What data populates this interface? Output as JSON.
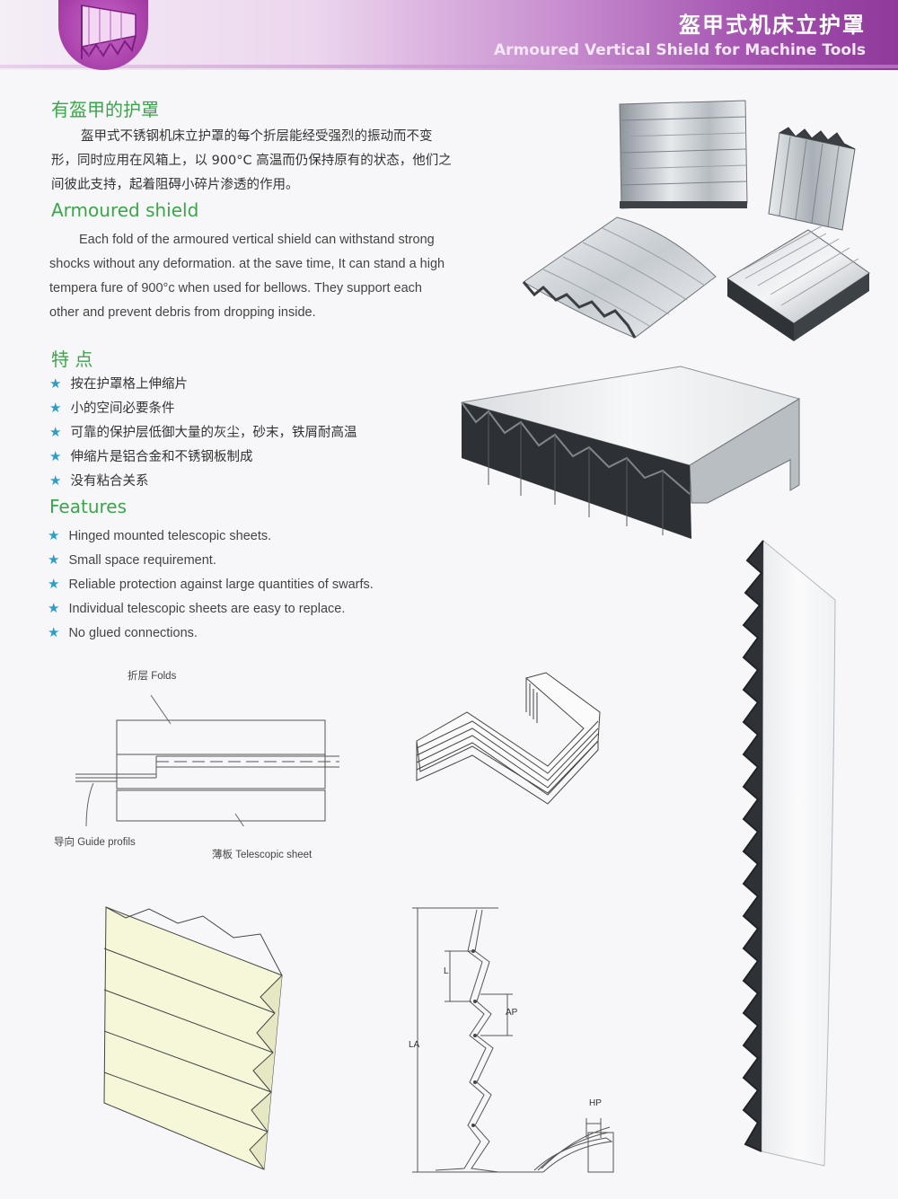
{
  "header": {
    "title_cn": "盔甲式机床立护罩",
    "title_en": "Armoured Vertical Shield for Machine Tools"
  },
  "intro": {
    "heading_cn": "有盔甲的护罩",
    "para_cn": [
      "盔甲式不锈钢机床立护罩的每个折层能经受强烈的振动而不变",
      "形，同时应用在风箱上，以 900°C 高温而仍保持原有的状态，他们之",
      "间彼此支持，起着阻碍小碎片渗透的作用。"
    ],
    "heading_en": "Armoured shield",
    "para_en": [
      "Each fold of the armoured vertical shield can withstand strong",
      "shocks without any deformation. at the save time, It can stand a high",
      "tempera fure of 900°c  when used for bellows. They support each",
      "other and prevent debris from dropping inside."
    ]
  },
  "features": {
    "heading_cn": "特  点",
    "items_cn": [
      "按在护罩格上伸缩片",
      "小的空间必要条件",
      "可靠的保护层低御大量的灰尘，砂末，铁屑耐高温",
      "伸缩片是铝合金和不锈钢板制成",
      "没有粘合关系"
    ],
    "heading_en": "Features",
    "items_en": [
      "Hinged mounted telescopic sheets.",
      "Small space requirement.",
      "Reliable protection against large quantities of swarfs.",
      "Individual telescopic sheets are easy to replace.",
      "No glued connections."
    ]
  },
  "diagram": {
    "folds_label": "折层 Folds",
    "guide_label": "导向 Guide profils",
    "sheet_label": "薄板 Telescopic sheet"
  },
  "dimensions": {
    "la": "LA",
    "l": "L",
    "ap": "AP",
    "hp": "HP"
  },
  "icons": {
    "star": "★"
  },
  "colors": {
    "heading_green": "#3aa64a",
    "star_blue": "#2a9fc9",
    "header_purple": "#9b3aa8"
  }
}
